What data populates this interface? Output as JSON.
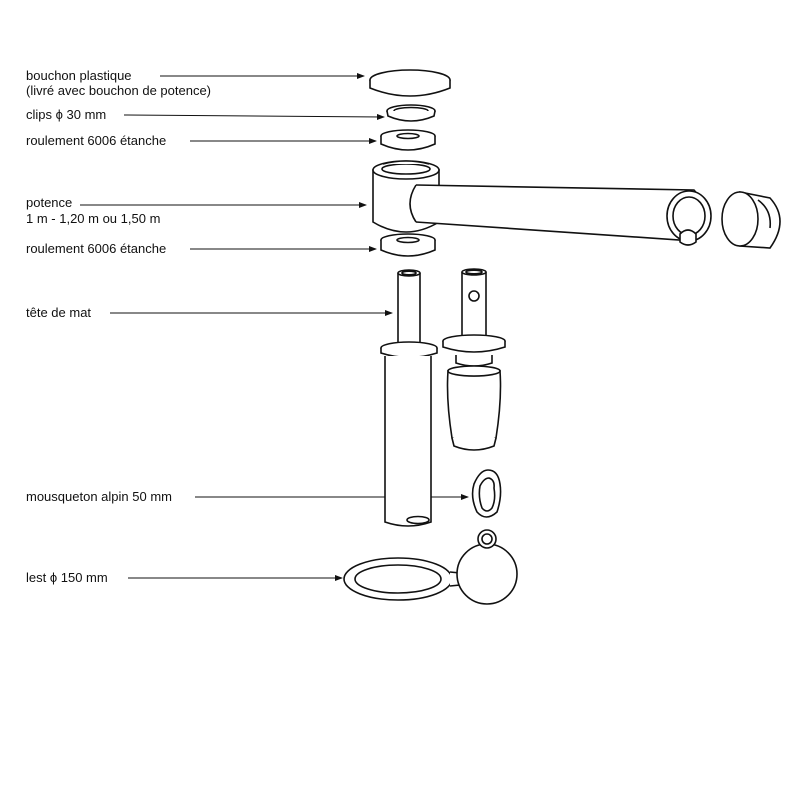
{
  "labels": {
    "bouchon_line1": "bouchon plastique",
    "bouchon_line2": "(livré avec bouchon de potence)",
    "clips": "clips ϕ 30 mm",
    "roulement_top": "roulement 6006 étanche",
    "potence_line1": "potence",
    "potence_line2": "1 m - 1,20 m ou 1,50 m",
    "roulement_bottom": "roulement 6006 étanche",
    "tete_de_mat": "tête de mat",
    "mousqueton": "mousqueton alpin 50 mm",
    "lest": "lest ϕ 150 mm"
  }
}
